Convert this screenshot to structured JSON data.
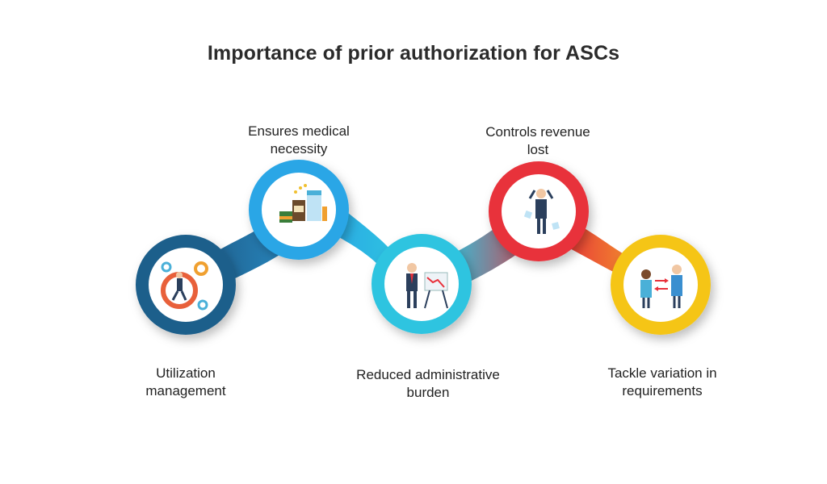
{
  "title": "Importance of prior authorization for ASCs",
  "steps": [
    {
      "label_line1": "Utilization",
      "label_line2": "management",
      "color": "#1f5f8b",
      "icon": "gears-runner-icon"
    },
    {
      "label_line1": "Ensures medical",
      "label_line2": "necessity",
      "color": "#2aa6e6",
      "icon": "medicine-bottles-icon"
    },
    {
      "label_line1": "Reduced administrative",
      "label_line2": "burden",
      "color": "#2ec4e0",
      "icon": "stressed-presenter-icon"
    },
    {
      "label_line1": "Controls revenue",
      "label_line2": "lost",
      "color": "#e8303a",
      "icon": "frustrated-man-icon"
    },
    {
      "label_line1": "Tackle variation in",
      "label_line2": "requirements",
      "color": "#f5c518",
      "icon": "two-people-exchange-icon"
    }
  ]
}
